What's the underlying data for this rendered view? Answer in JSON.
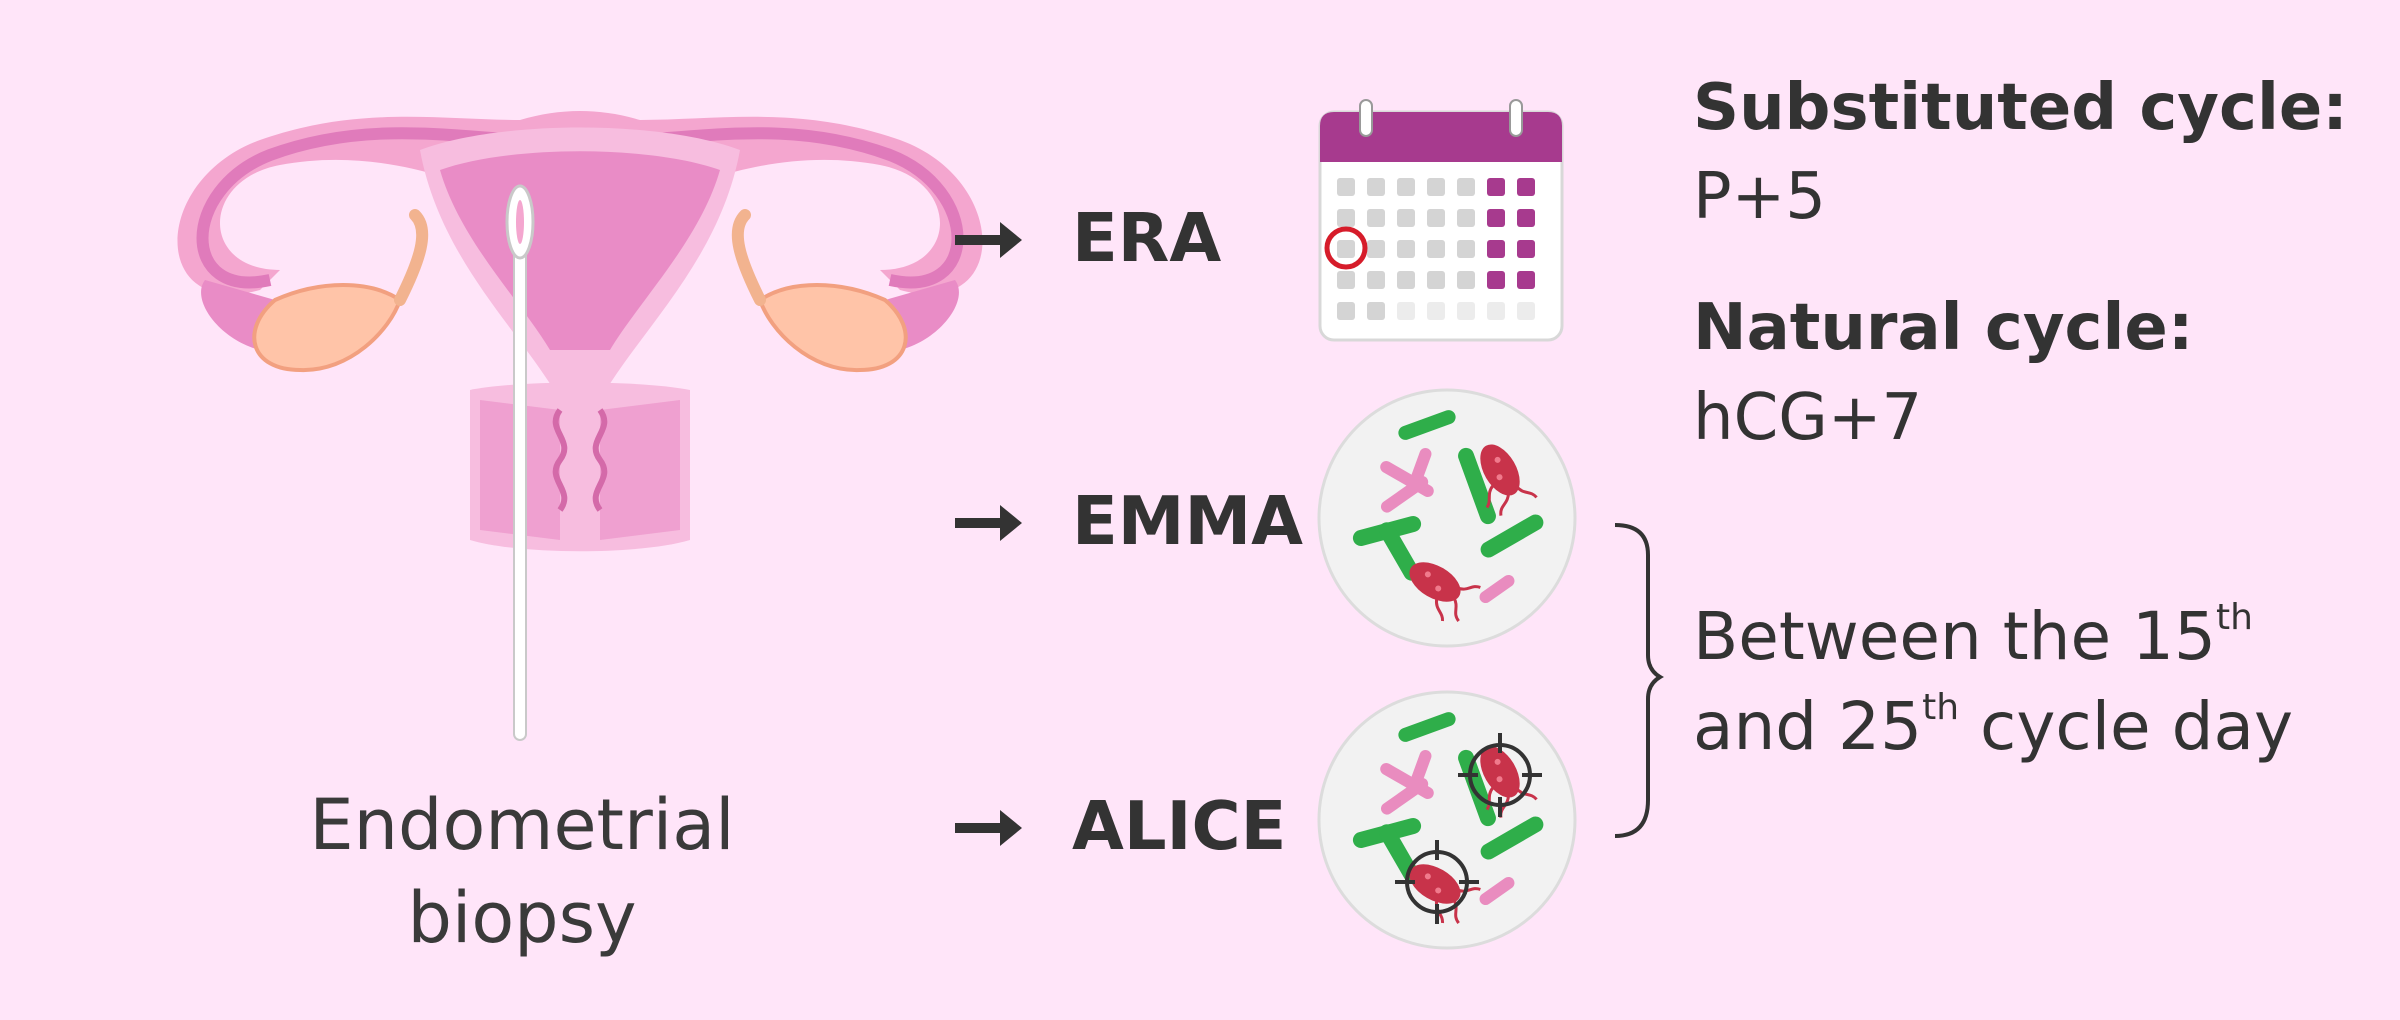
{
  "biopsy": {
    "label_line1": "Endometrial",
    "label_line2": "biopsy"
  },
  "tests": [
    {
      "name": "ERA"
    },
    {
      "name": "EMMA"
    },
    {
      "name": "ALICE"
    }
  ],
  "era_info": {
    "substituted_title": "Substituted cycle:",
    "substituted_value": "P+5",
    "natural_title": "Natural cycle:",
    "natural_value": "hCG+7"
  },
  "timing": {
    "line1_prefix": "Between the 15",
    "line1_sup": "th",
    "line2_prefix": "and 25",
    "line2_sup": "th",
    "line2_suffix": " cycle day"
  },
  "icons": {
    "uterus": "uterus-with-biopsy-catheter-icon",
    "calendar": "calendar-icon",
    "microbiome": "bacteria-microbiome-icon",
    "pathogens": "targeted-bacteria-icon"
  },
  "colors": {
    "background": "#ffe5f9",
    "uterus_pink": "#e98cc6",
    "ovary": "#ffc4a8",
    "calendar_header": "#a73a8e",
    "marker_red": "#d61c2a",
    "bacteria_green": "#2fae4a",
    "bacteria_pink": "#e98cbf",
    "bacteria_red": "#c8334a"
  }
}
